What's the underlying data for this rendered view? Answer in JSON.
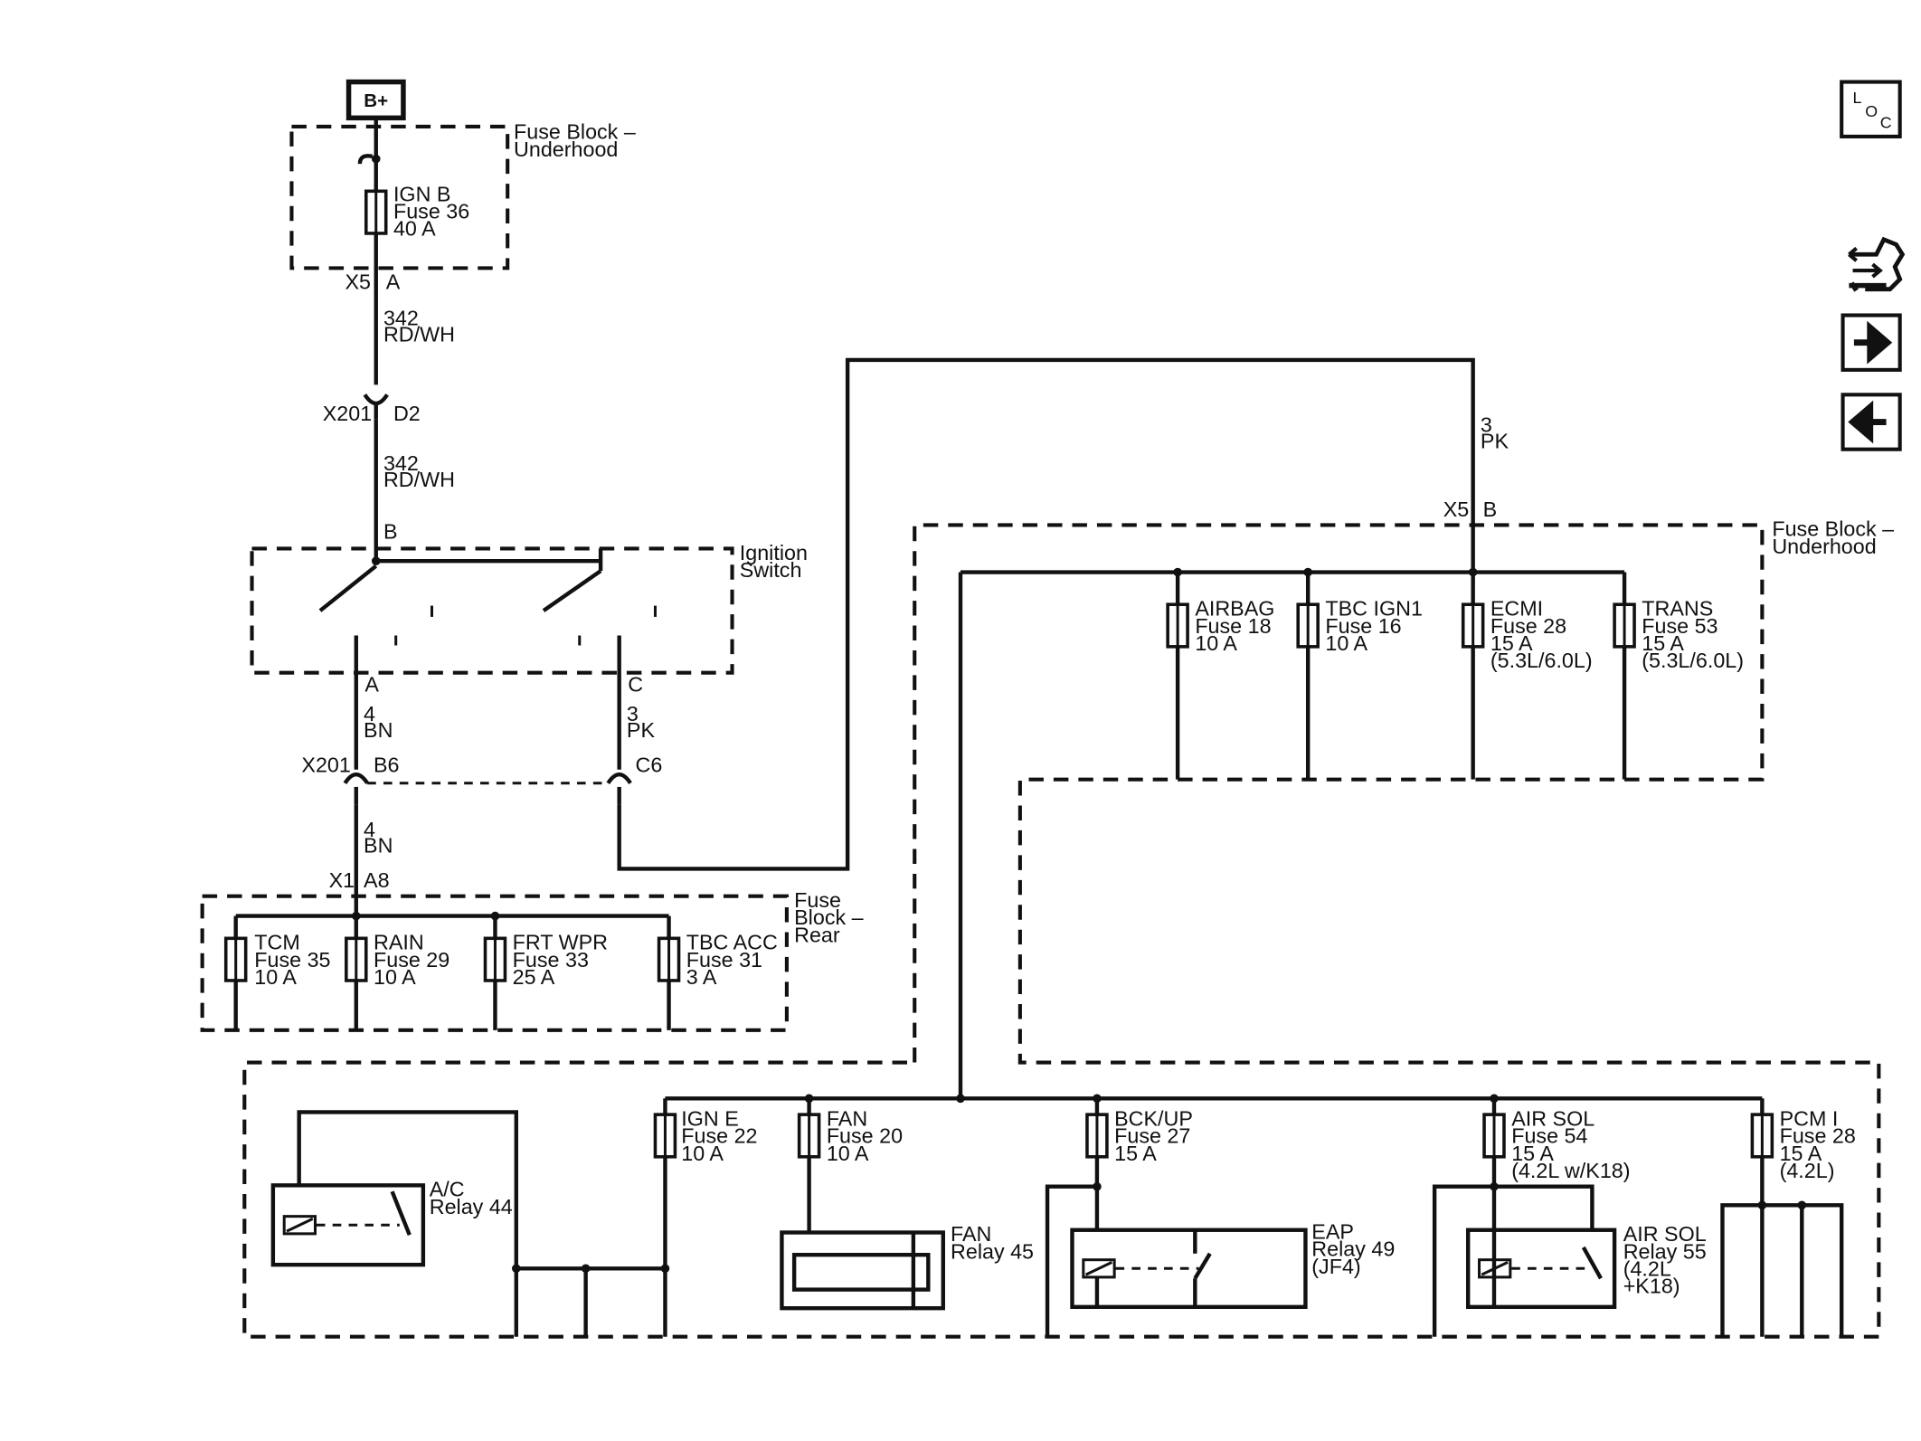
{
  "battery": {
    "label": "B+"
  },
  "fuse_block_underhood_1": {
    "label_1": "Fuse Block –",
    "label_2": "Underhood"
  },
  "fuse_ign_b": {
    "name": "IGN B",
    "fuse": "Fuse 36",
    "rating": "40 A"
  },
  "conn_x5_a": {
    "connector": "X5",
    "pin": "A"
  },
  "wire_342_top": {
    "circuit": "342",
    "color": "RD/WH"
  },
  "conn_x201_d2": {
    "connector": "X201",
    "pin": "D2"
  },
  "wire_342_mid": {
    "circuit": "342",
    "color": "RD/WH"
  },
  "ignition_switch": {
    "pin_b": "B",
    "label_1": "Ignition",
    "label_2": "Switch",
    "pin_a": "A",
    "pin_c": "C"
  },
  "wire_4_bn_upper": {
    "circuit": "4",
    "color": "BN"
  },
  "wire_3_pk_left": {
    "circuit": "3",
    "color": "PK"
  },
  "conn_x201_b6_c6": {
    "connector": "X201",
    "pin_b6": "B6",
    "pin_c6": "C6"
  },
  "wire_4_bn_lower": {
    "circuit": "4",
    "color": "BN"
  },
  "conn_x1_a8": {
    "connector": "X1",
    "pin": "A8"
  },
  "fuse_block_rear": {
    "label_1": "Fuse",
    "label_2": "Block –",
    "label_3": "Rear"
  },
  "rear_fuses": [
    {
      "name": "TCM",
      "fuse": "Fuse 35",
      "rating": "10 A"
    },
    {
      "name": "RAIN",
      "fuse": "Fuse 29",
      "rating": "10 A"
    },
    {
      "name": "FRT WPR",
      "fuse": "Fuse 33",
      "rating": "25 A"
    },
    {
      "name": "TBC ACC",
      "fuse": "Fuse 31",
      "rating": "3 A"
    }
  ],
  "wire_3_pk_right": {
    "circuit": "3",
    "color": "PK"
  },
  "conn_x5_b": {
    "connector": "X5",
    "pin": "B"
  },
  "fuse_block_underhood_2": {
    "label_1": "Fuse Block –",
    "label_2": "Underhood"
  },
  "underhood_fuses": [
    {
      "name": "AIRBAG",
      "fuse": "Fuse 18",
      "rating": "10 A",
      "note": ""
    },
    {
      "name": "TBC IGN1",
      "fuse": "Fuse 16",
      "rating": "10 A",
      "note": ""
    },
    {
      "name": "ECMI",
      "fuse": "Fuse 28",
      "rating": "15 A",
      "note": "(5.3L/6.0L)"
    },
    {
      "name": "TRANS",
      "fuse": "Fuse 53",
      "rating": "15 A",
      "note": "(5.3L/6.0L)"
    }
  ],
  "bottom_fuses": [
    {
      "name": "IGN E",
      "fuse": "Fuse 22",
      "rating": "10 A",
      "note": ""
    },
    {
      "name": "FAN",
      "fuse": "Fuse 20",
      "rating": "10 A",
      "note": ""
    },
    {
      "name": "BCK/UP",
      "fuse": "Fuse 27",
      "rating": "15 A",
      "note": ""
    },
    {
      "name": "AIR SOL",
      "fuse": "Fuse 54",
      "rating": "15 A",
      "note": "(4.2L w/K18)"
    },
    {
      "name": "PCM I",
      "fuse": "Fuse 28",
      "rating": "15 A",
      "note": "(4.2L)"
    }
  ],
  "relays": {
    "ac": {
      "name": "A/C",
      "id": "Relay 44",
      "note": ""
    },
    "fan": {
      "name": "FAN",
      "id": "Relay 45",
      "note": ""
    },
    "eap": {
      "name": "EAP",
      "id": "Relay 49",
      "note": "(JF4)"
    },
    "air_sol": {
      "name": "AIR SOL",
      "id": "Relay 55",
      "note_1": "(4.2L",
      "note_2": "+K18)"
    }
  },
  "nav": {
    "loc_l": "L",
    "loc_o": "O",
    "loc_c": "C",
    "icons": [
      "locator-icon",
      "component-view-icon",
      "next-page-icon",
      "previous-page-icon"
    ]
  }
}
